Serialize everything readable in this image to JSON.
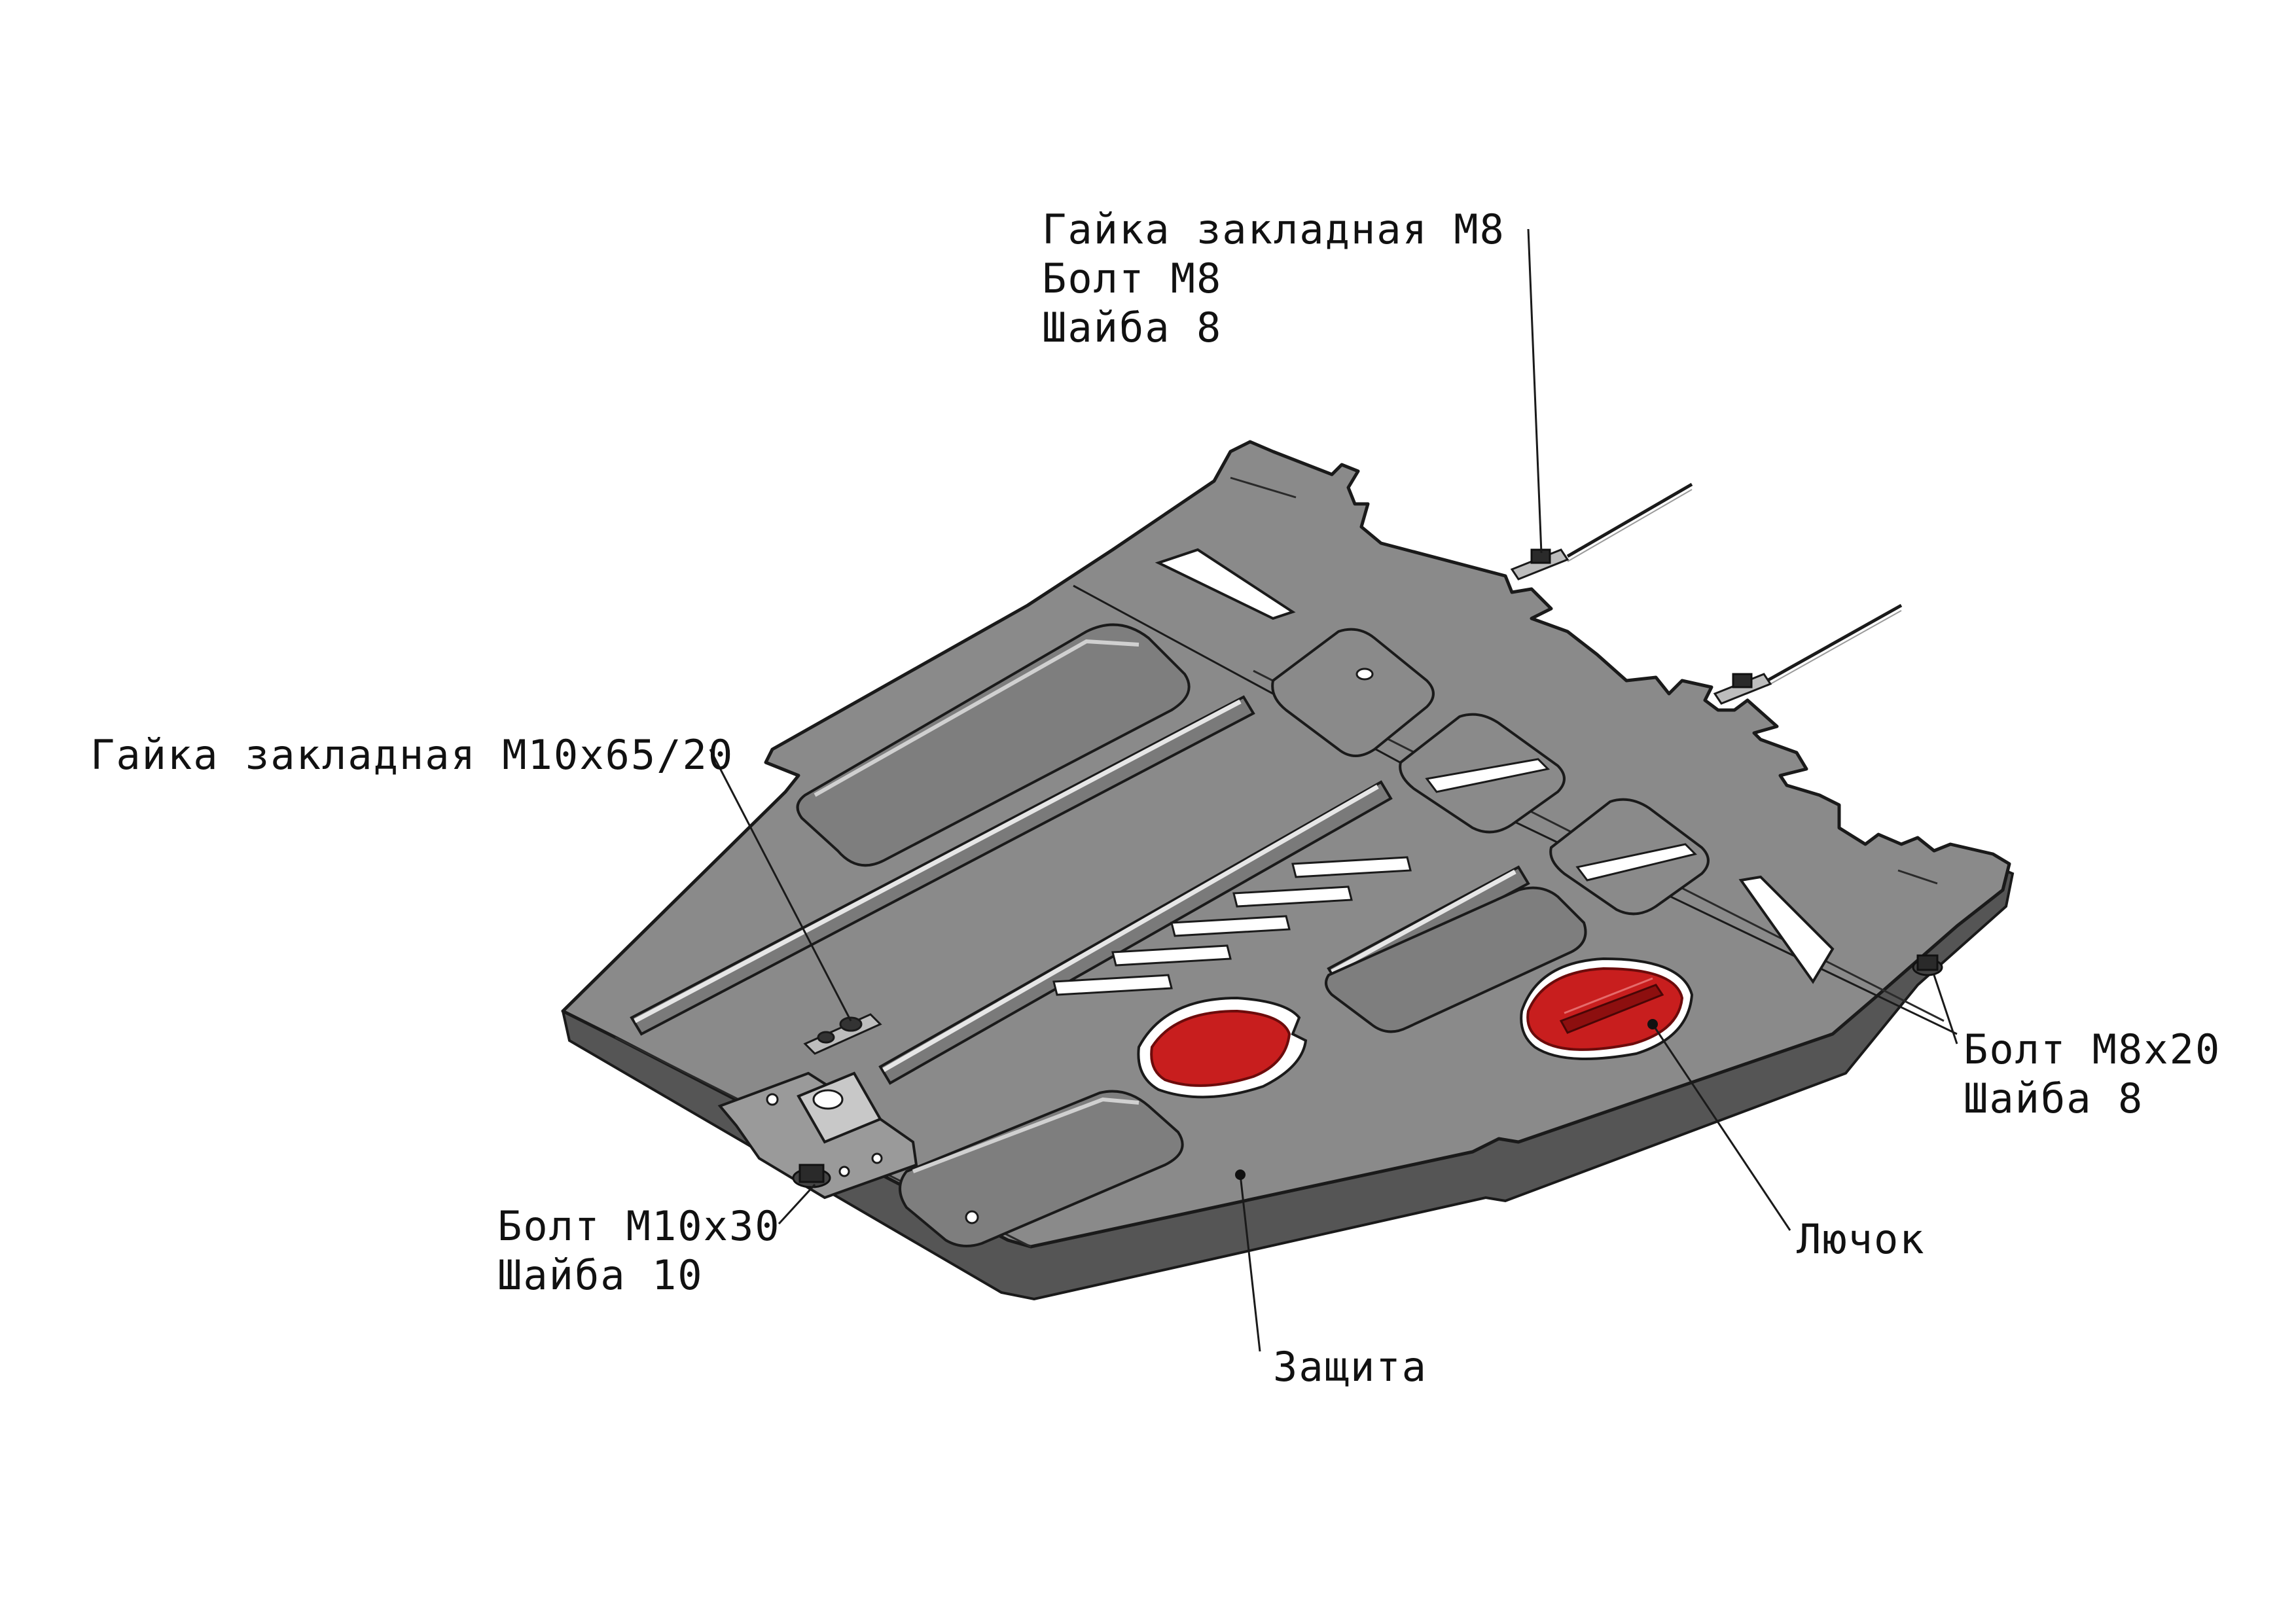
{
  "diagram": {
    "part_labels": {
      "top_nut": {
        "lines": [
          "Гайка закладная М8",
          "Болт М8",
          "Шайба 8"
        ]
      },
      "left_nut": {
        "lines": [
          "Гайка закладная М10х65/20"
        ]
      },
      "right_bolt": {
        "lines": [
          "Болт М8х20",
          "Шайба 8"
        ]
      },
      "front_bolt": {
        "lines": [
          "Болт М10х30",
          "Шайба 10"
        ]
      },
      "hatch": {
        "lines": [
          "Лючок"
        ]
      },
      "guard": {
        "lines": [
          "Защита"
        ]
      }
    },
    "colors": {
      "plate_fill": "#8a8a8a",
      "plate_dark": "#6f6f6f",
      "plate_light": "#b4b4b4",
      "outline": "#1a1a1a",
      "hatch_red": "#c81e1e",
      "hatch_dark": "#8d0f0f",
      "background": "#ffffff"
    }
  }
}
